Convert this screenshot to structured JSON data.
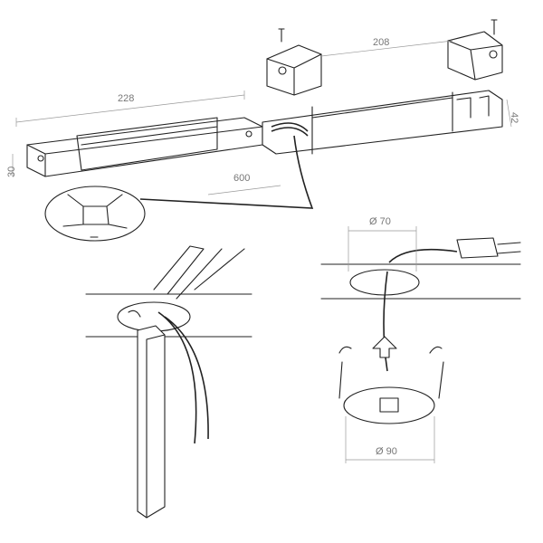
{
  "dimensions": {
    "driver_length": "228",
    "cover_spacing": "208",
    "driver_height_right": "42",
    "driver_height_left": "30",
    "cable_length": "600",
    "hole_diameter": "Ø 70",
    "disc_diameter": "Ø 90"
  }
}
